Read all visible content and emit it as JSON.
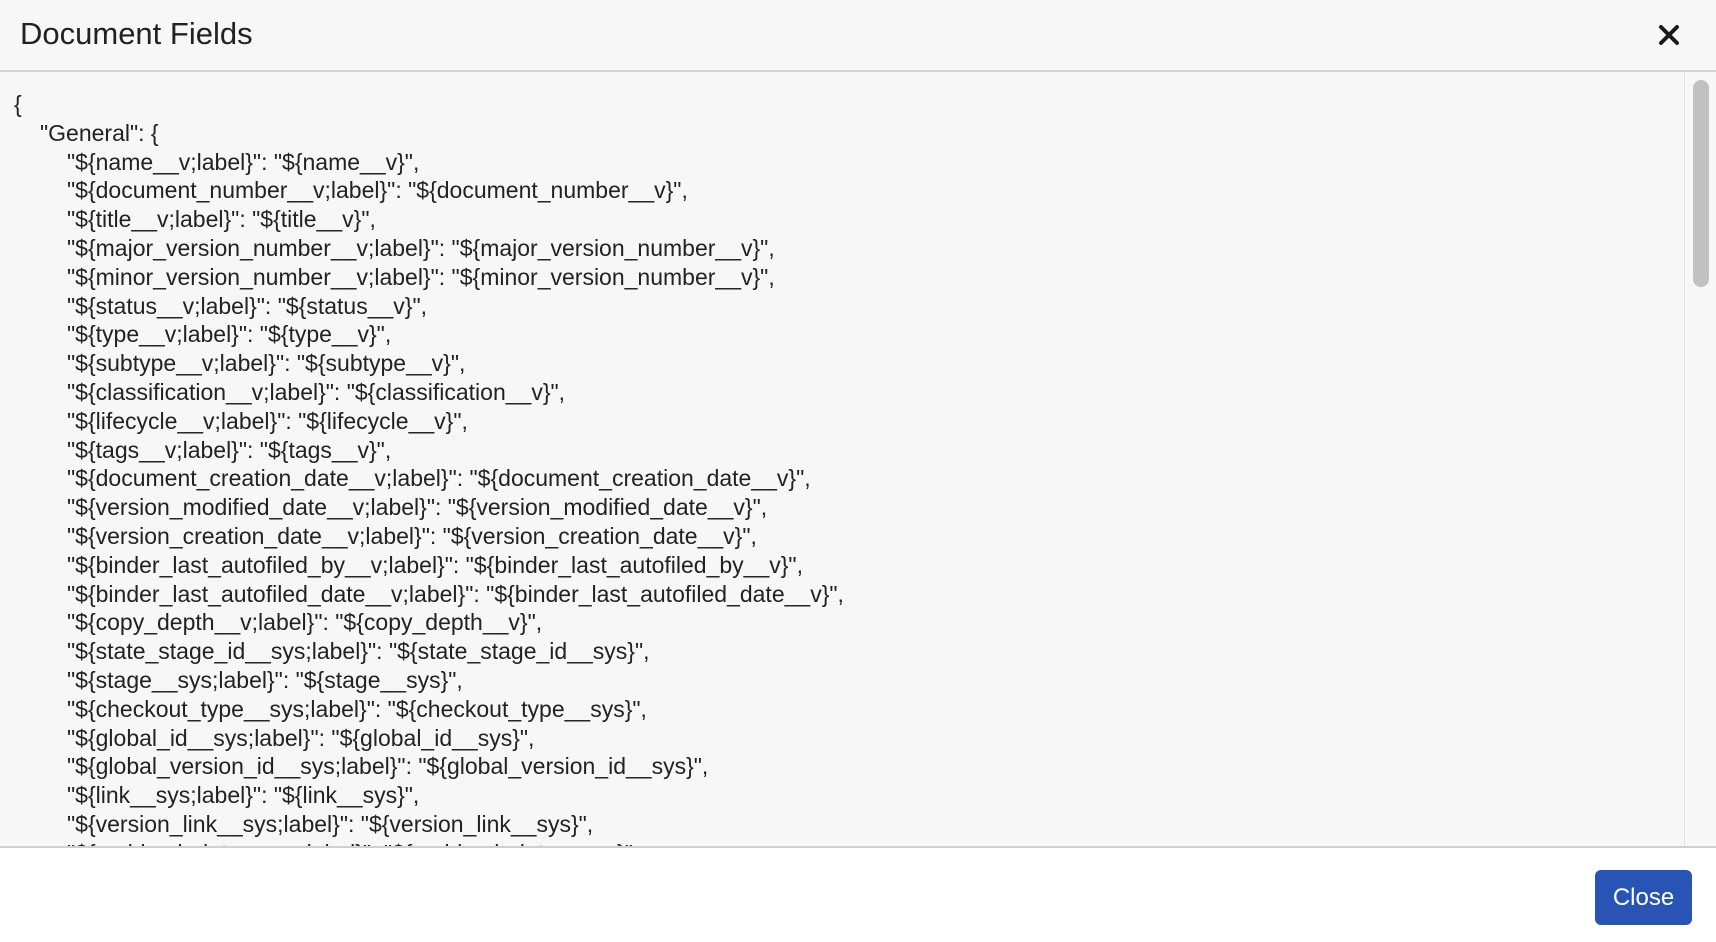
{
  "dialog": {
    "title": "Document Fields",
    "close_icon": "close-x-icon",
    "close_button": "Close"
  },
  "code_lines": [
    {
      "indent": 0,
      "text": "{"
    },
    {
      "indent": 1,
      "text": "\"General\": {"
    },
    {
      "indent": 2,
      "text": "\"${name__v;label}\": \"${name__v}\","
    },
    {
      "indent": 2,
      "text": "\"${document_number__v;label}\": \"${document_number__v}\","
    },
    {
      "indent": 2,
      "text": "\"${title__v;label}\": \"${title__v}\","
    },
    {
      "indent": 2,
      "text": "\"${major_version_number__v;label}\": \"${major_version_number__v}\","
    },
    {
      "indent": 2,
      "text": "\"${minor_version_number__v;label}\": \"${minor_version_number__v}\","
    },
    {
      "indent": 2,
      "text": "\"${status__v;label}\": \"${status__v}\","
    },
    {
      "indent": 2,
      "text": "\"${type__v;label}\": \"${type__v}\","
    },
    {
      "indent": 2,
      "text": "\"${subtype__v;label}\": \"${subtype__v}\","
    },
    {
      "indent": 2,
      "text": "\"${classification__v;label}\": \"${classification__v}\","
    },
    {
      "indent": 2,
      "text": "\"${lifecycle__v;label}\": \"${lifecycle__v}\","
    },
    {
      "indent": 2,
      "text": "\"${tags__v;label}\": \"${tags__v}\","
    },
    {
      "indent": 2,
      "text": "\"${document_creation_date__v;label}\": \"${document_creation_date__v}\","
    },
    {
      "indent": 2,
      "text": "\"${version_modified_date__v;label}\": \"${version_modified_date__v}\","
    },
    {
      "indent": 2,
      "text": "\"${version_creation_date__v;label}\": \"${version_creation_date__v}\","
    },
    {
      "indent": 2,
      "text": "\"${binder_last_autofiled_by__v;label}\": \"${binder_last_autofiled_by__v}\","
    },
    {
      "indent": 2,
      "text": "\"${binder_last_autofiled_date__v;label}\": \"${binder_last_autofiled_date__v}\","
    },
    {
      "indent": 2,
      "text": "\"${copy_depth__v;label}\": \"${copy_depth__v}\","
    },
    {
      "indent": 2,
      "text": "\"${state_stage_id__sys;label}\": \"${state_stage_id__sys}\","
    },
    {
      "indent": 2,
      "text": "\"${stage__sys;label}\": \"${stage__sys}\","
    },
    {
      "indent": 2,
      "text": "\"${checkout_type__sys;label}\": \"${checkout_type__sys}\","
    },
    {
      "indent": 2,
      "text": "\"${global_id__sys;label}\": \"${global_id__sys}\","
    },
    {
      "indent": 2,
      "text": "\"${global_version_id__sys;label}\": \"${global_version_id__sys}\","
    },
    {
      "indent": 2,
      "text": "\"${link__sys;label}\": \"${link__sys}\","
    },
    {
      "indent": 2,
      "text": "\"${version_link__sys;label}\": \"${version_link__sys}\","
    },
    {
      "indent": 2,
      "text": "\"${archived_date__sys;label}\": \"${archived_date__sys}\","
    }
  ]
}
